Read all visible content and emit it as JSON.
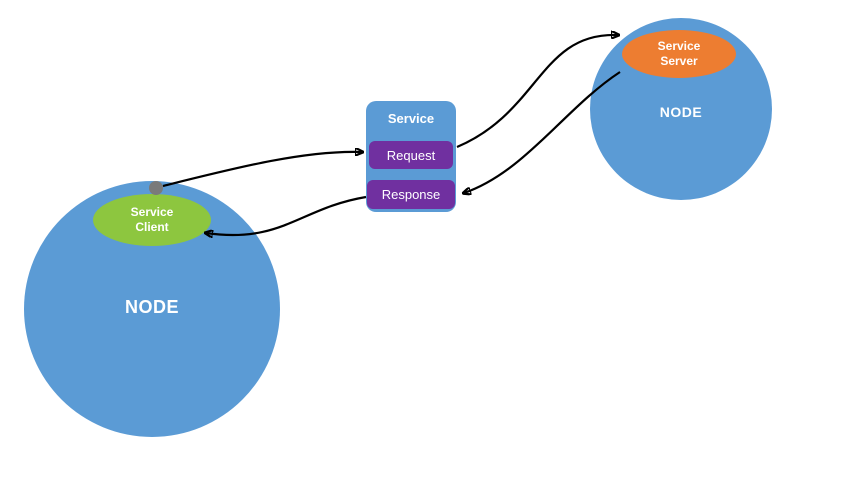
{
  "diagram": {
    "left_node": {
      "label": "NODE",
      "client": {
        "line1": "Service",
        "line2": "Client"
      }
    },
    "right_node": {
      "label": "NODE",
      "server": {
        "line1": "Service",
        "line2": "Server"
      }
    },
    "service_box": {
      "title": "Service",
      "request_label": "Request",
      "response_label": "Response"
    },
    "colors": {
      "node_blue": "#5b9bd5",
      "client_green": "#8dc63f",
      "server_orange": "#ed7d31",
      "message_purple": "#7030a0",
      "dot_gray": "#7a7a7a",
      "arrow_black": "#000000",
      "background": "#ffffff"
    }
  }
}
